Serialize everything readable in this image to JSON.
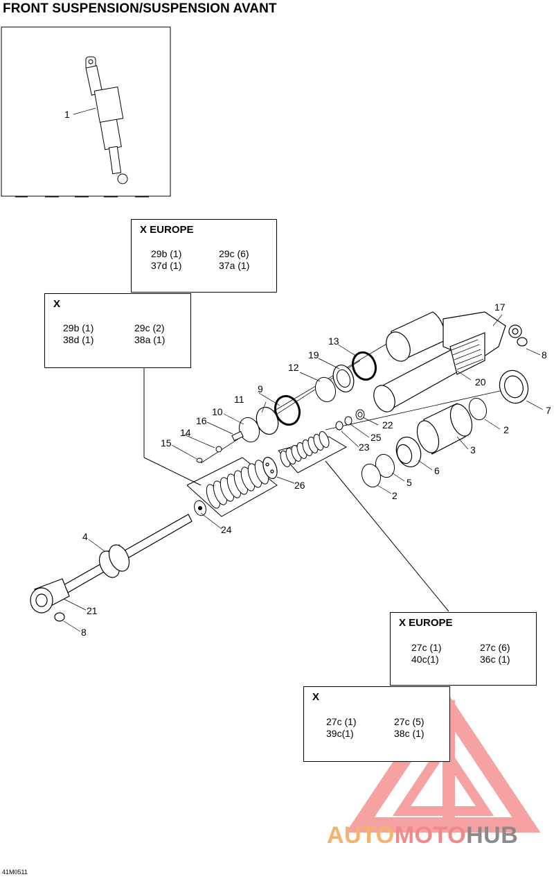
{
  "page": {
    "title": "FRONT SUSPENSION/SUSPENSION AVANT",
    "figure_id": "41M0511"
  },
  "kits": [
    {
      "title": "X EUROPE",
      "rows": [
        [
          "29b (1)",
          "29c (6)"
        ],
        [
          "37d (1)",
          "37a (1)"
        ]
      ]
    },
    {
      "title": "X",
      "rows": [
        [
          "29b (1)",
          "29c (2)"
        ],
        [
          "38d (1)",
          "38a (1)"
        ]
      ]
    },
    {
      "title": "X EUROPE",
      "rows": [
        [
          "27c (1)",
          "27c (6)"
        ],
        [
          "40c(1)",
          "36c (1)"
        ]
      ]
    },
    {
      "title": "X",
      "rows": [
        [
          "27c (1)",
          "27c (5)"
        ],
        [
          "39c(1)",
          "38c (1)"
        ]
      ]
    }
  ],
  "callouts": [
    "1",
    "2",
    "2",
    "2",
    "3",
    "4",
    "5",
    "6",
    "7",
    "8",
    "8",
    "9",
    "10",
    "11",
    "12",
    "13",
    "14",
    "15",
    "16",
    "17",
    "19",
    "20",
    "21",
    "22",
    "23",
    "24",
    "25",
    "26"
  ],
  "watermark": {
    "auto": "AUTO",
    "moto": "MOTO",
    "hub": "HUB",
    "color_auto": "#f5b26b",
    "color_moto": "#f08a8a",
    "color_hub": "#8a8a8a",
    "logo_color": "#f07070"
  }
}
